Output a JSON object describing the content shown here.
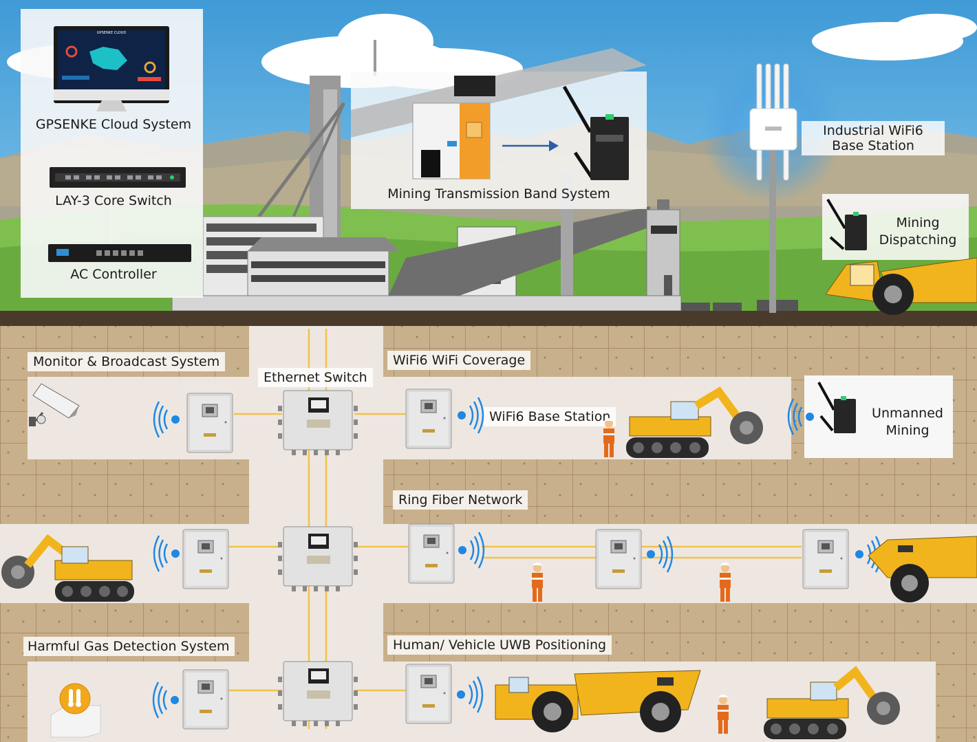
{
  "surface": {
    "cloud_system_label": "GPSENKE Cloud System",
    "core_switch_label": "LAY-3 Core Switch",
    "ac_controller_label": "AC Controller",
    "transmission_band_label": "Mining Transmission Band System",
    "industrial_base_station_label": "Industrial WiFi6 Base Station",
    "mining_dispatching_label": "Mining Dispatching",
    "monitor_screen_title": "GPSENKE CLOUD"
  },
  "underground": {
    "monitor_broadcast_label": "Monitor & Broadcast System",
    "ethernet_switch_label": "Ethernet Switch",
    "wifi6_coverage_label": "WiFi6 WiFi Coverage",
    "wifi6_base_station_label": "WiFi6 Base Station",
    "unmanned_mining_label": "Unmanned Mining",
    "ring_fiber_label": "Ring Fiber Network",
    "harmful_gas_label": "Harmful Gas Detection System",
    "uwb_positioning_label": "Human/ Vehicle UWB Positioning"
  },
  "colors": {
    "sky": "#4fa7dc",
    "soil": "#c9b391",
    "tunnel": "#eee7e1",
    "fiber": "#f2c14e",
    "machine_yellow": "#f2b41c",
    "signal_blue": "#1e88e5"
  }
}
